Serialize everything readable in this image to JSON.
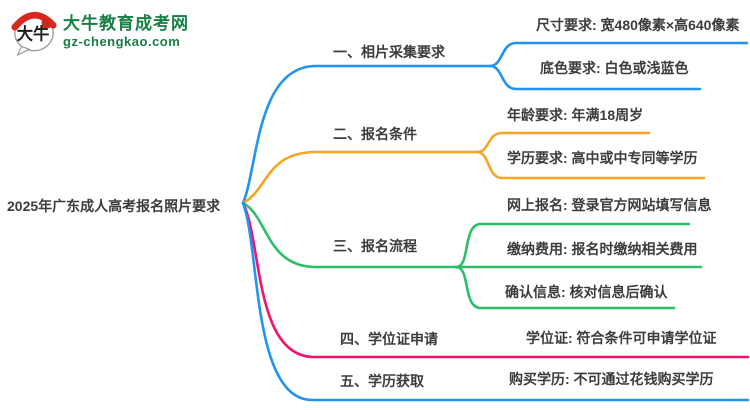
{
  "logo": {
    "icon": "daniu-speech-bubble-logo",
    "icon_text": "大牛",
    "title": "大牛教育成考网",
    "domain": "gz-chengkao.com",
    "brand_green": "#177e44",
    "seal_red": "#d5281e"
  },
  "root": {
    "label": "2025年广东成人高考报名照片要求"
  },
  "branches": [
    {
      "label": "一、相片采集要求",
      "color": "#2193f0",
      "children": [
        {
          "label": "尺寸要求: 宽480像素×高640像素"
        },
        {
          "label": "底色要求: 白色或浅蓝色"
        }
      ]
    },
    {
      "label": "二、报名条件",
      "color": "#f7a522",
      "children": [
        {
          "label": "年龄要求: 年满18周岁"
        },
        {
          "label": "学历要求: 高中或中专同等学历"
        }
      ]
    },
    {
      "label": "三、报名流程",
      "color": "#2abf68",
      "children": [
        {
          "label": "网上报名: 登录官方网站填写信息"
        },
        {
          "label": "缴纳费用: 报名时缴纳相关费用"
        },
        {
          "label": "确认信息: 核对信息后确认"
        }
      ]
    },
    {
      "label": "四、学位证申请",
      "color": "#f0146e",
      "children": [
        {
          "label": "学位证: 符合条件可申请学位证"
        }
      ]
    },
    {
      "label": "五、学历获取",
      "color": "#2193f0",
      "children": [
        {
          "label": "购买学历: 不可通过花钱购买学历"
        }
      ]
    }
  ]
}
